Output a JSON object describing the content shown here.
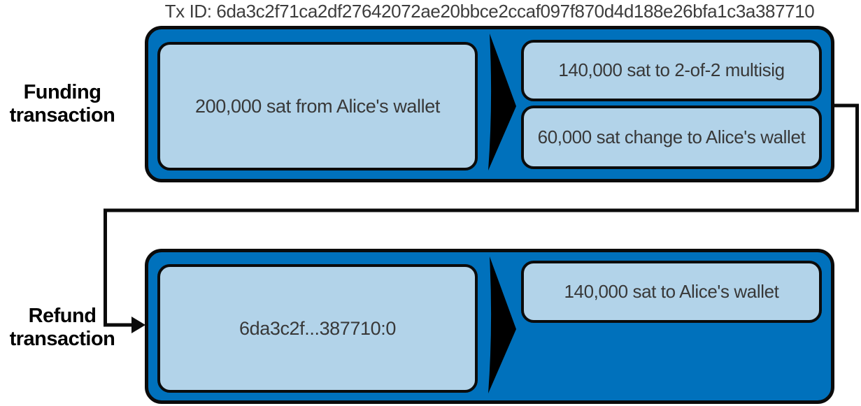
{
  "title": "Tx ID: 6da3c2f71ca2df27642072ae20bbce2ccaf097f870d4d188e26bfa1c3a387710",
  "labels": {
    "funding": "Funding\ntransaction",
    "refund": "Refund\ntransaction"
  },
  "funding_transaction": {
    "input": "200,000 sat from Alice's wallet",
    "outputs": [
      "140,000 sat to 2-of-2 multisig",
      "60,000 sat change to Alice's wallet"
    ]
  },
  "refund_transaction": {
    "input": "6da3c2f...387710:0",
    "outputs": [
      "140,000 sat to Alice's wallet"
    ]
  },
  "colors": {
    "transaction_fill": "#0071bc",
    "io_box_fill": "#b2d3e9",
    "outline": "#000000",
    "title_text": "#3d3d3d",
    "box_text": "#383838",
    "label_text": "#000000"
  }
}
